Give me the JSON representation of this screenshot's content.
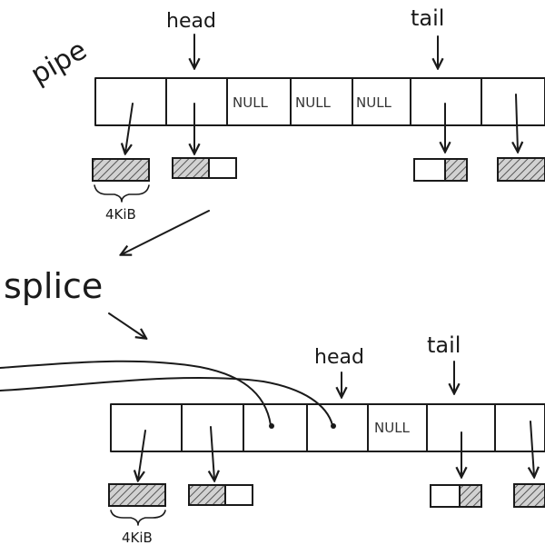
{
  "top": {
    "label": "pipe",
    "head_label": "head",
    "tail_label": "tail",
    "slots": [
      "",
      "",
      "NULL",
      "NULL",
      "NULL",
      "",
      ""
    ],
    "buffer_size_label": "4KiB"
  },
  "middle": {
    "label": "splice"
  },
  "bottom": {
    "head_label": "head",
    "tail_label": "tail",
    "slots": [
      "",
      "",
      "",
      "",
      "NULL",
      "",
      ""
    ],
    "buffer_size_label": "4KiB"
  },
  "colors": {
    "ink": "#1a1a1a",
    "hatch": "#555555",
    "buffer_fill": "#cfcfcf"
  }
}
